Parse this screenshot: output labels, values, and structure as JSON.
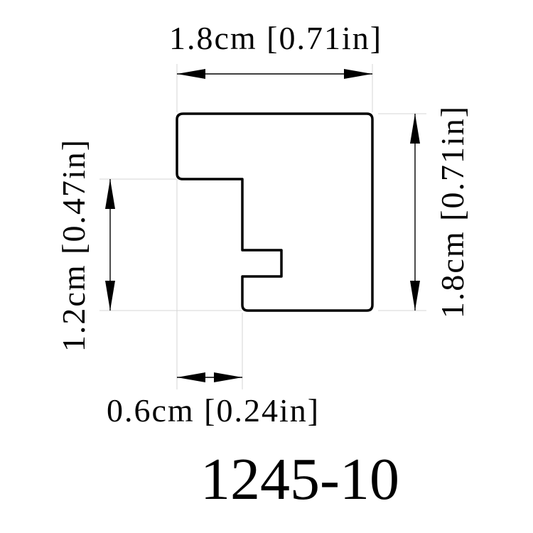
{
  "dimensions": {
    "top_width": "1.8cm [0.71in]",
    "right_height": "1.8cm [0.71in]",
    "left_height": "1.2cm [0.47in]",
    "bottom_width": "0.6cm [0.24in]"
  },
  "part_number": "1245-10",
  "colors": {
    "ink": "#000000",
    "extension": "#d6d6d6",
    "background": "#ffffff"
  }
}
